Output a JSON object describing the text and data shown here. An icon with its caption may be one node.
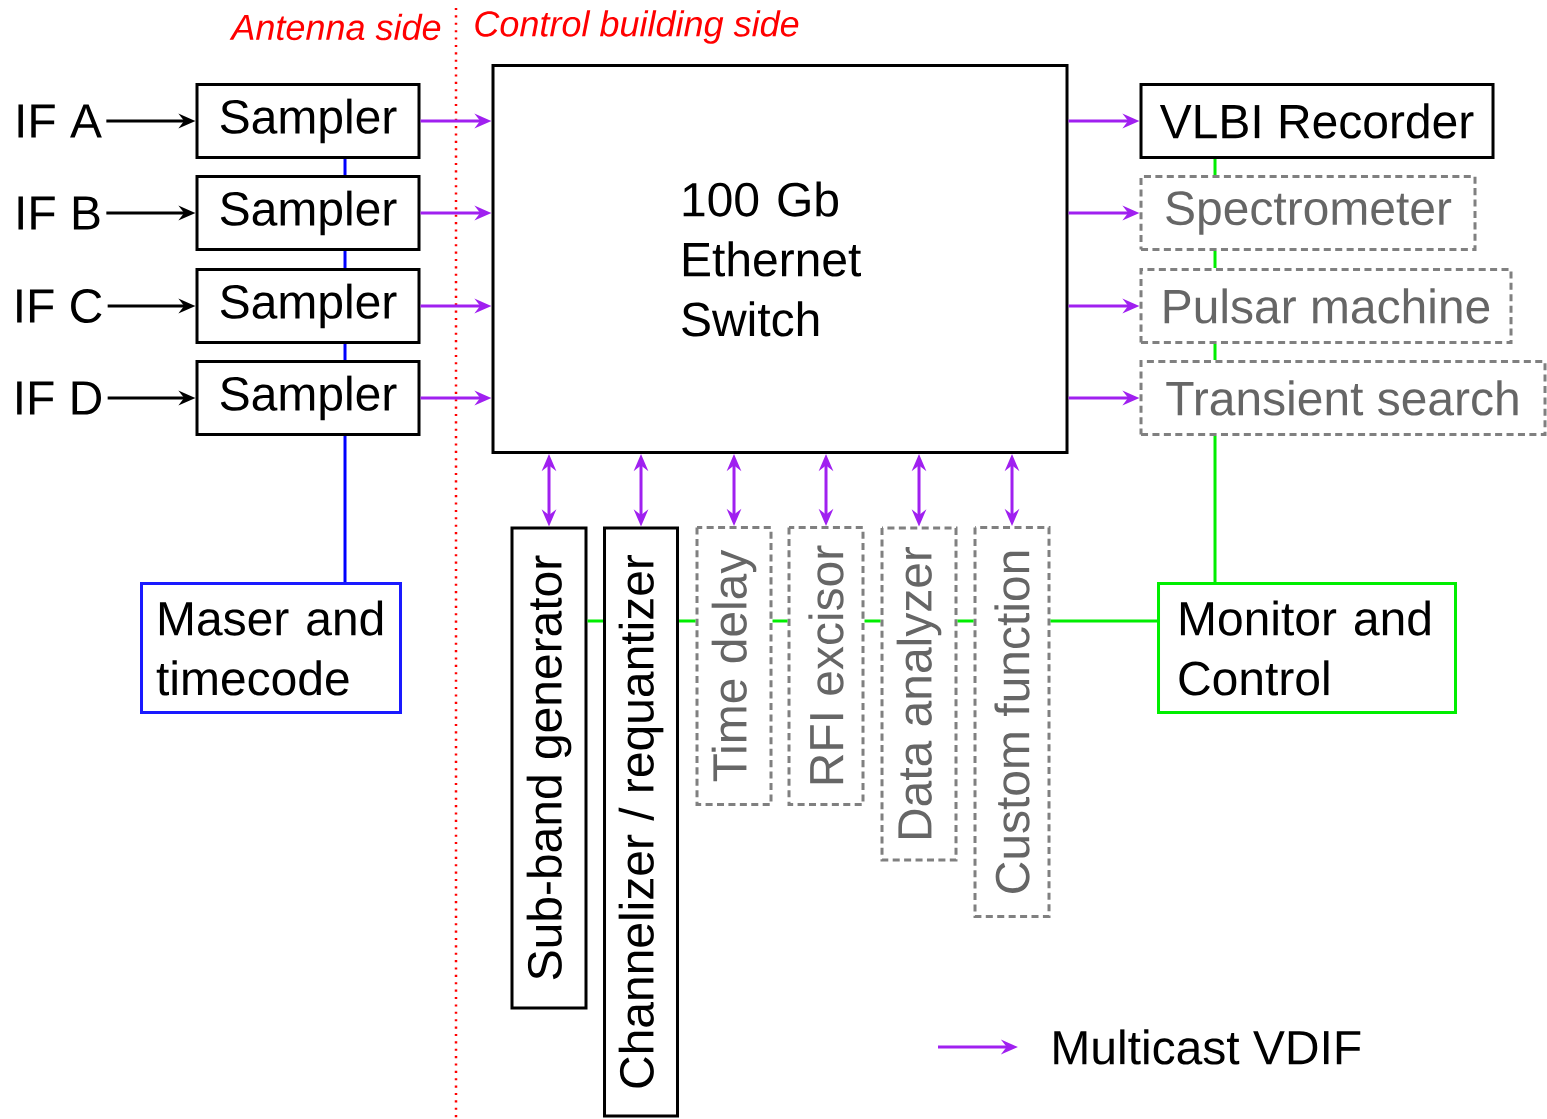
{
  "diagram": {
    "nodes": [
      {
        "text": [
          "IF A"
        ]
      },
      {
        "text": [
          "IF B"
        ]
      },
      {
        "text": [
          "IF C"
        ]
      },
      {
        "text": [
          "IF D"
        ]
      },
      {
        "text": [
          "Sampler"
        ]
      },
      {
        "text": [
          "Sampler"
        ]
      },
      {
        "text": [
          "Sampler"
        ]
      },
      {
        "text": [
          "Sampler"
        ]
      },
      {
        "text": [
          "Maser and timecode"
        ]
      },
      {
        "text": [
          "100 Gb Ethernet Switch"
        ]
      },
      {
        "text": [
          "VLBI Recorder"
        ]
      },
      {
        "text": [
          "Spectrometer"
        ]
      },
      {
        "text": [
          "Pulsar machine"
        ]
      },
      {
        "text": [
          "Transient search"
        ]
      },
      {
        "text": [
          "Sub-band generator"
        ]
      },
      {
        "text": [
          "Channelizer / requantizer"
        ]
      },
      {
        "text": [
          "Time delay"
        ]
      },
      {
        "text": [
          "RFI excisor"
        ]
      },
      {
        "text": [
          "Data analyzer"
        ]
      },
      {
        "text": [
          "Custom function"
        ]
      },
      {
        "text": [
          "Monitor and Control"
        ]
      }
    ],
    "edges": [
      {
        "from": 0,
        "to": 4,
        "arrow": "to",
        "color": "#000000"
      },
      {
        "from": 1,
        "to": 5,
        "arrow": "to",
        "color": "#000000"
      },
      {
        "from": 2,
        "to": 6,
        "arrow": "to",
        "color": "#000000"
      },
      {
        "from": 3,
        "to": 7,
        "arrow": "to",
        "color": "#000000"
      },
      {
        "from": 4,
        "to": 9,
        "arrow": "to"
      },
      {
        "from": 5,
        "to": 9,
        "arrow": "to"
      },
      {
        "from": 6,
        "to": 9,
        "arrow": "to"
      },
      {
        "from": 7,
        "to": 9,
        "arrow": "to"
      },
      {
        "from": 9,
        "to": 10,
        "arrow": "to"
      },
      {
        "from": 9,
        "to": 11,
        "arrow": "to"
      },
      {
        "from": 9,
        "to": 12,
        "arrow": "to"
      },
      {
        "from": 9,
        "to": 13,
        "arrow": "to"
      },
      {
        "from": 9,
        "to": 14,
        "arrow": "both"
      },
      {
        "from": 9,
        "to": 15,
        "arrow": "both"
      },
      {
        "from": 9,
        "to": 16,
        "arrow": "both"
      },
      {
        "from": 9,
        "to": 17,
        "arrow": "both"
      },
      {
        "from": 9,
        "to": 18,
        "arrow": "both"
      },
      {
        "from": 9,
        "to": 19,
        "arrow": "both"
      },
      {
        "from": 4,
        "to": 5,
        "arrow": "none",
        "color": "#0000ff"
      },
      {
        "from": 5,
        "to": 6,
        "arrow": "none",
        "color": "#0000ff"
      },
      {
        "from": 6,
        "to": 7,
        "arrow": "none",
        "color": "#0000ff"
      },
      {
        "from": 7,
        "to": 8,
        "arrow": "none",
        "color": "#0000ff"
      },
      {
        "from": 10,
        "to": 11,
        "arrow": "none",
        "color": "#00ee00"
      },
      {
        "from": 11,
        "to": 12,
        "arrow": "none",
        "color": "#00ee00"
      },
      {
        "from": 12,
        "to": 13,
        "arrow": "none",
        "color": "#00ee00"
      },
      {
        "from": 13,
        "to": 20,
        "arrow": "none",
        "color": "#00ee00"
      },
      {
        "from": 14,
        "to": 15,
        "arrow": "none",
        "color": "#00ee00"
      },
      {
        "from": 15,
        "to": 16,
        "arrow": "none",
        "color": "#00ee00"
      },
      {
        "from": 16,
        "to": 17,
        "arrow": "none",
        "color": "#00ee00"
      },
      {
        "from": 17,
        "to": 18,
        "arrow": "none",
        "color": "#00ee00"
      },
      {
        "from": 18,
        "to": 19,
        "arrow": "none",
        "color": "#00ee00"
      },
      {
        "from": 19,
        "to": 20,
        "arrow": "none",
        "color": "#00ee00"
      }
    ],
    "labels": [
      "Antenna side",
      "Control building side"
    ],
    "legend": [
      {
        "text": "Multicast VDIF"
      }
    ]
  }
}
